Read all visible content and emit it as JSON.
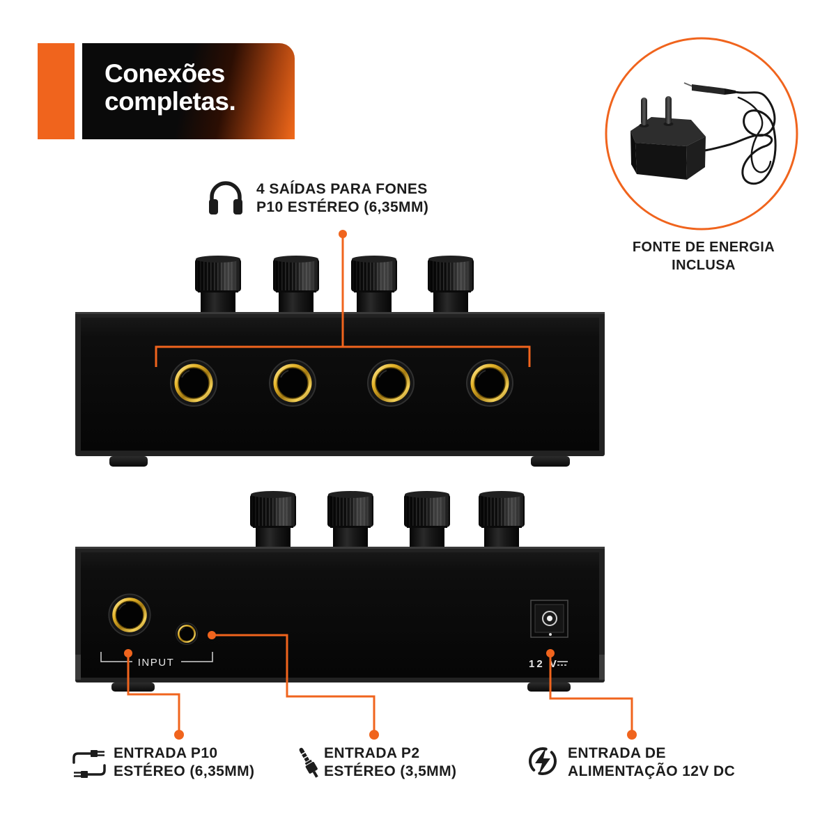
{
  "badge": {
    "line1": "Conexões",
    "line2": "completas."
  },
  "outputs_label": {
    "icon": "headphones-icon",
    "line1": "4 SAÍDAS PARA FONES",
    "line2": "P10 ESTÉREO (6,35MM)"
  },
  "power_supply": {
    "image": "power-adapter-icon",
    "line1": "FONTE DE ENERGIA",
    "line2": "INCLUSA"
  },
  "rear_panel": {
    "input_label": "INPUT",
    "voltage_label": "12 V",
    "dc_symbol": "dc-symbol-icon"
  },
  "callouts": [
    {
      "icon": "cable-connector-icon",
      "line1": "ENTRADA P10",
      "line2": "ESTÉREO (6,35MM)"
    },
    {
      "icon": "audio-jack-icon",
      "line1": "ENTRADA P2",
      "line2": "ESTÉREO (3,5MM)"
    },
    {
      "icon": "power-bolt-icon",
      "line1": "ENTRADA DE",
      "line2": "ALIMENTAÇÃO 12V DC"
    }
  ],
  "colors": {
    "accent": "#f0641d",
    "text": "#1c1c1c",
    "device": "#0d0d0d",
    "gold": "#e6b52a"
  }
}
